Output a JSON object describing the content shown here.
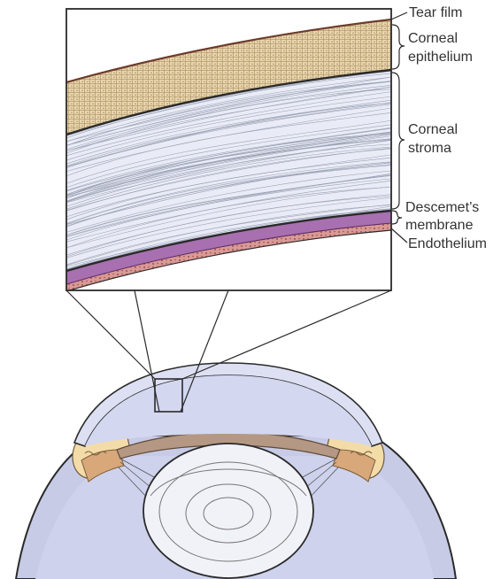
{
  "labels": {
    "tear_film": "Tear film",
    "corneal_epithelium_line1": "Corneal",
    "corneal_epithelium_line2": "epithelium",
    "corneal_stroma_line1": "Corneal",
    "corneal_stroma_line2": "stroma",
    "descemets_line1": "Descemet’s",
    "descemets_line2": "membrane",
    "endothelium": "Endothelium"
  },
  "colors": {
    "epithelium": "#e6d2aa",
    "stroma": "#e9ecf6",
    "descemets": "#a870b0",
    "endothelium": "#d49090",
    "eye_globe": "#c9cde8",
    "sclera": "#f2dcaa",
    "iris": "#b89a84",
    "lens": "#f1f1f8",
    "outline": "#2a2a2a"
  }
}
